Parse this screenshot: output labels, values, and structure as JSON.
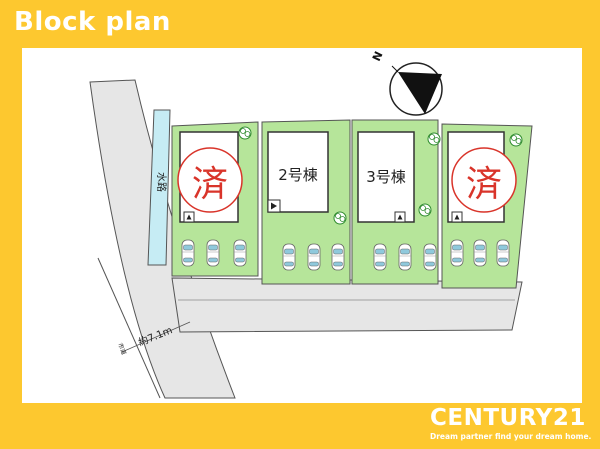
{
  "header": {
    "title": "Block plan"
  },
  "map": {
    "canal_label": "水路",
    "road_width_label": "約7.1m",
    "road_type_label": "市道",
    "lots": [
      {
        "label": "済",
        "status": "sold"
      },
      {
        "label": "2号棟",
        "status": "available"
      },
      {
        "label": "3号棟",
        "status": "available"
      },
      {
        "label": "済",
        "status": "sold"
      }
    ],
    "north_symbol": "N"
  },
  "brand": {
    "name": "CENTURY21",
    "tagline": "Dream partner find your dream home."
  },
  "colors": {
    "frame": "#fdc82f",
    "lot_green": "#b6e59a",
    "road_gray": "#e6e6e6",
    "canal_blue": "#c6ecf4",
    "sold_stamp": "#d9342a"
  }
}
